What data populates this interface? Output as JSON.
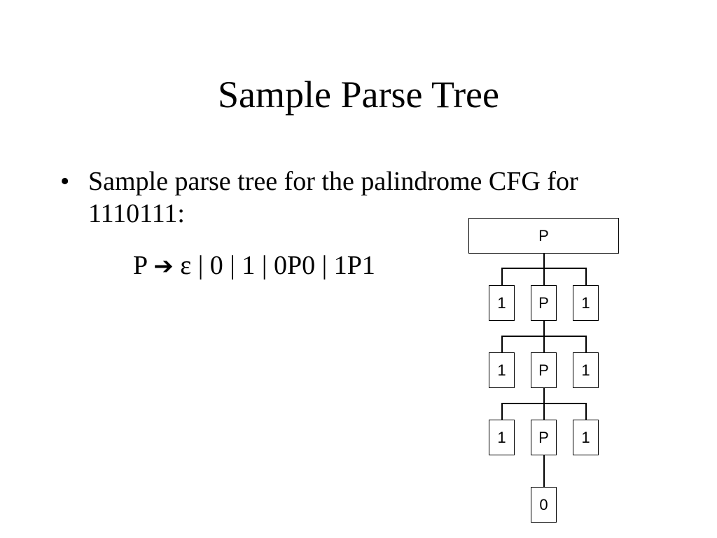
{
  "slide": {
    "title": "Sample Parse Tree",
    "bullet_symbol": "•",
    "bullet_text": "Sample parse tree for the palindrome CFG for 1110111:",
    "rule": {
      "lhs": "P",
      "arrow_icon": "right-arrow",
      "rhs": "ε | 0 | 1 | 0P0 | 1P1"
    }
  },
  "tree": {
    "root": "P",
    "levels": [
      {
        "left": "1",
        "mid": "P",
        "right": "1"
      },
      {
        "left": "1",
        "mid": "P",
        "right": "1"
      },
      {
        "left": "1",
        "mid": "P",
        "right": "1"
      }
    ],
    "leaf": "0"
  }
}
